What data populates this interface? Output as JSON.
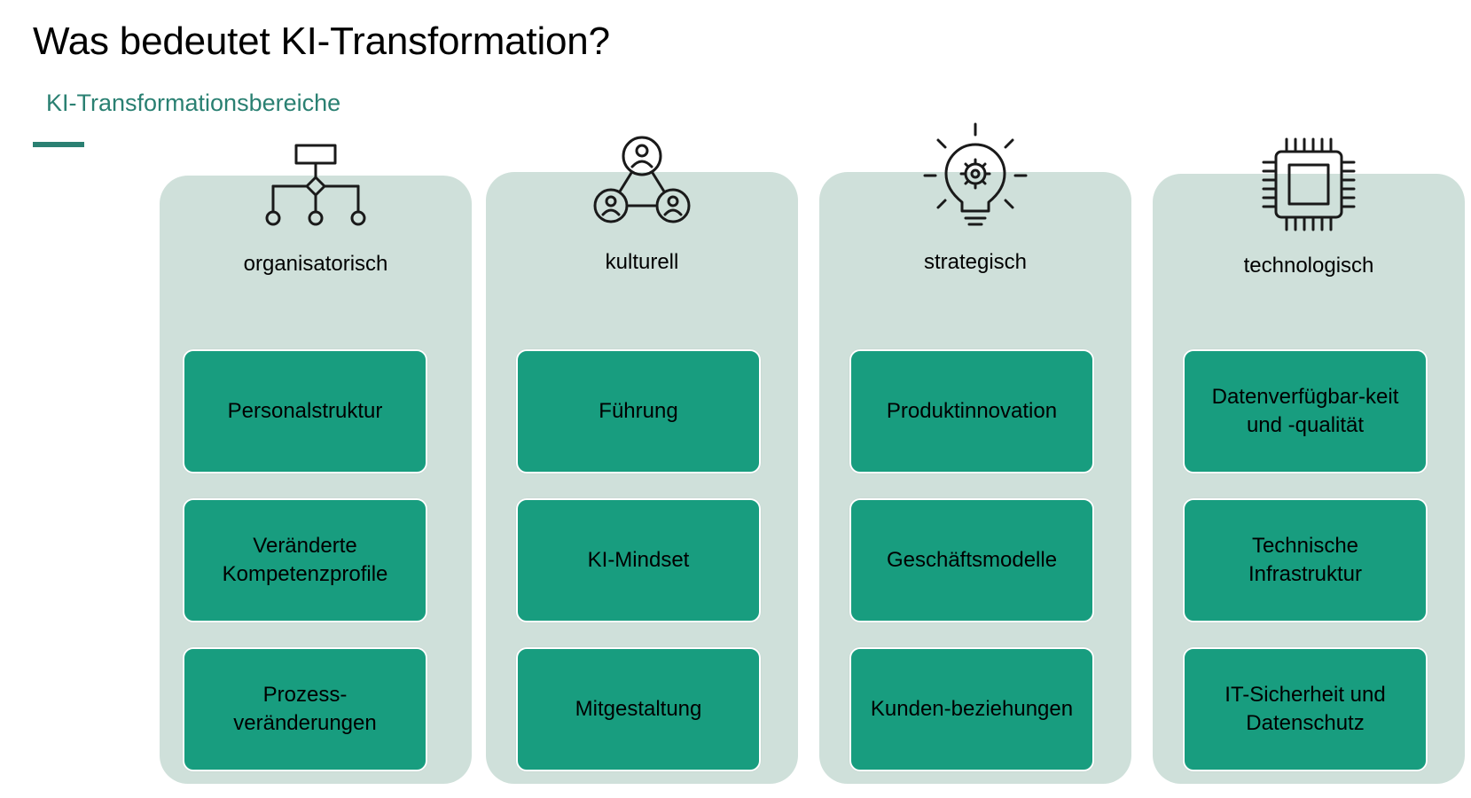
{
  "header": {
    "title": "Was bedeutet KI-Transformation?",
    "subtitle": "KI-Transformationsbereiche"
  },
  "colors": {
    "accent": "#2a8072",
    "column_bg": "#cfe0da",
    "item_bg": "#189d7f"
  },
  "columns": [
    {
      "label": "organisatorisch",
      "icon": "org-chart-icon",
      "items": [
        "Personalstruktur",
        "Veränderte Kompetenzprofile",
        "Prozess-veränderungen"
      ]
    },
    {
      "label": "kulturell",
      "icon": "people-network-icon",
      "items": [
        "Führung",
        "KI-Mindset",
        "Mitgestaltung"
      ]
    },
    {
      "label": "strategisch",
      "icon": "lightbulb-gear-icon",
      "items": [
        "Produktinnovation",
        "Geschäftsmodelle",
        "Kunden-beziehungen"
      ]
    },
    {
      "label": "technologisch",
      "icon": "chip-icon",
      "items": [
        "Datenverfügbar-keit und -qualität",
        "Technische Infrastruktur",
        "IT-Sicherheit und Datenschutz"
      ]
    }
  ]
}
